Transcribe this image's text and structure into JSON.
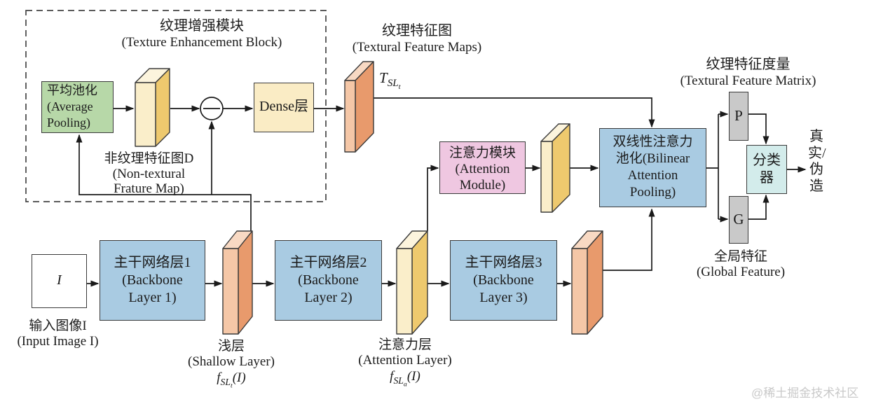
{
  "teb": {
    "title_zh": "纹理增强模块",
    "title_en": "(Texture Enhancement Block)"
  },
  "avg_pool": {
    "l1": "平均池化",
    "l2": "(Average",
    "l3": "Pooling)"
  },
  "non_textural": {
    "l1": "非纹理特征图D",
    "l2": "(Non-textural",
    "l3": "Frature Map)"
  },
  "dense": {
    "label": "Dense层"
  },
  "tfm": {
    "title_zh": "纹理特征图",
    "title_en": "(Textural Feature Maps)"
  },
  "t_label": {
    "main": "T",
    "sub": "SL",
    "subsub": "t"
  },
  "attn_module": {
    "l1": "注意力模块",
    "l2": "(Attention",
    "l3": "Module)"
  },
  "bap": {
    "l1": "双线性注意力",
    "l2": "池化(Bilinear",
    "l3": "Attention",
    "l4": "Pooling)"
  },
  "tfmatrix": {
    "title_zh": "纹理特征度量",
    "title_en": "(Textural Feature Matrix)"
  },
  "p_box": {
    "label": "P"
  },
  "g_box": {
    "label": "G"
  },
  "classifier": {
    "l1": "分类",
    "l2": "器"
  },
  "output": {
    "text": "真实/伪造"
  },
  "global_feature": {
    "zh": "全局特征",
    "en": "(Global Feature)"
  },
  "input": {
    "symbol": "I",
    "caption_zh": "输入图像I",
    "caption_en": "(Input Image I)"
  },
  "bb1": {
    "l1": "主干网络层1",
    "l2": "(Backbone",
    "l3": "Layer 1)"
  },
  "bb2": {
    "l1": "主干网络层2",
    "l2": "(Backbone",
    "l3": "Layer 2)"
  },
  "bb3": {
    "l1": "主干网络层3",
    "l2": "(Backbone",
    "l3": "Layer 3)"
  },
  "shallow": {
    "zh": "浅层",
    "en": "(Shallow Layer)",
    "f": "f",
    "sub": "SL",
    "subsub": "t",
    "arg": "(I)"
  },
  "attn_layer": {
    "zh": "注意力层",
    "en": "(Attention Layer)",
    "f": "f",
    "sub": "SL",
    "subsub": "a",
    "arg": "(I)"
  },
  "watermark": "@稀土掘金技术社区",
  "colors": {
    "box_blue": "#a9cbe2",
    "box_green": "#b7d8a8",
    "box_tan": "#faecc5",
    "box_pink": "#efc7e1",
    "box_cyan": "#d3eceb",
    "box_gray": "#c9c9c9",
    "slab_yellow_front": "#faeeca",
    "slab_yellow_top": "#fcf4dd",
    "slab_yellow_side": "#eec96e",
    "slab_orange_front": "#f5c7a7",
    "slab_orange_top": "#f8d9c3",
    "slab_orange_side": "#e89a6c",
    "line": "#1a1a1a"
  }
}
